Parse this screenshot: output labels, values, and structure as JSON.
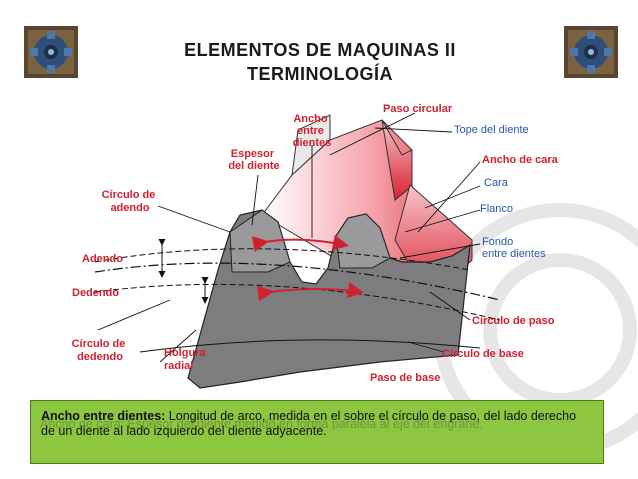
{
  "title": {
    "line1": "ELEMENTOS DE MAQUINAS II",
    "line2": "TERMINOLOGÍA"
  },
  "labels": {
    "ancho_entre_dientes": [
      "Ancho",
      "entre",
      "dientes"
    ],
    "paso_circular": "Paso circular",
    "tope_del_diente": "Tope del diente",
    "espesor_del_diente": [
      "Espesor",
      "del diente"
    ],
    "ancho_de_cara": "Ancho de cara",
    "circulo_de_adendo": [
      "Círculo de",
      "adendo"
    ],
    "cara": "Cara",
    "flanco": "Flanco",
    "fondo_entre_dientes": [
      "Fondo",
      "entre dientes"
    ],
    "adendo": "Adendo",
    "dedendo": "Dedendo",
    "circulo_de_paso": "Círculo de paso",
    "circulo_de_dedendo": [
      "Círculo de",
      "dedendo"
    ],
    "holgura_radial": [
      "Holgura",
      "radial"
    ],
    "circulo_de_base": "Círculo de base",
    "paso_de_base": "Paso de base"
  },
  "definition": {
    "term": "Ancho entre dientes:",
    "text": " Longitud de arco, medida en el sobre el círculo de paso, del lado derecho de un diente al lado izquierdo del diente adyacente.",
    "overlap_text": "Ancho de cara: Espesor del diente medido en forma paralela al eje del engrane."
  },
  "colors": {
    "accent_red": "#d1202f",
    "label_blue": "#2757a8",
    "box_green": "#8dc63f",
    "gear_gray": "#7d7d80"
  }
}
